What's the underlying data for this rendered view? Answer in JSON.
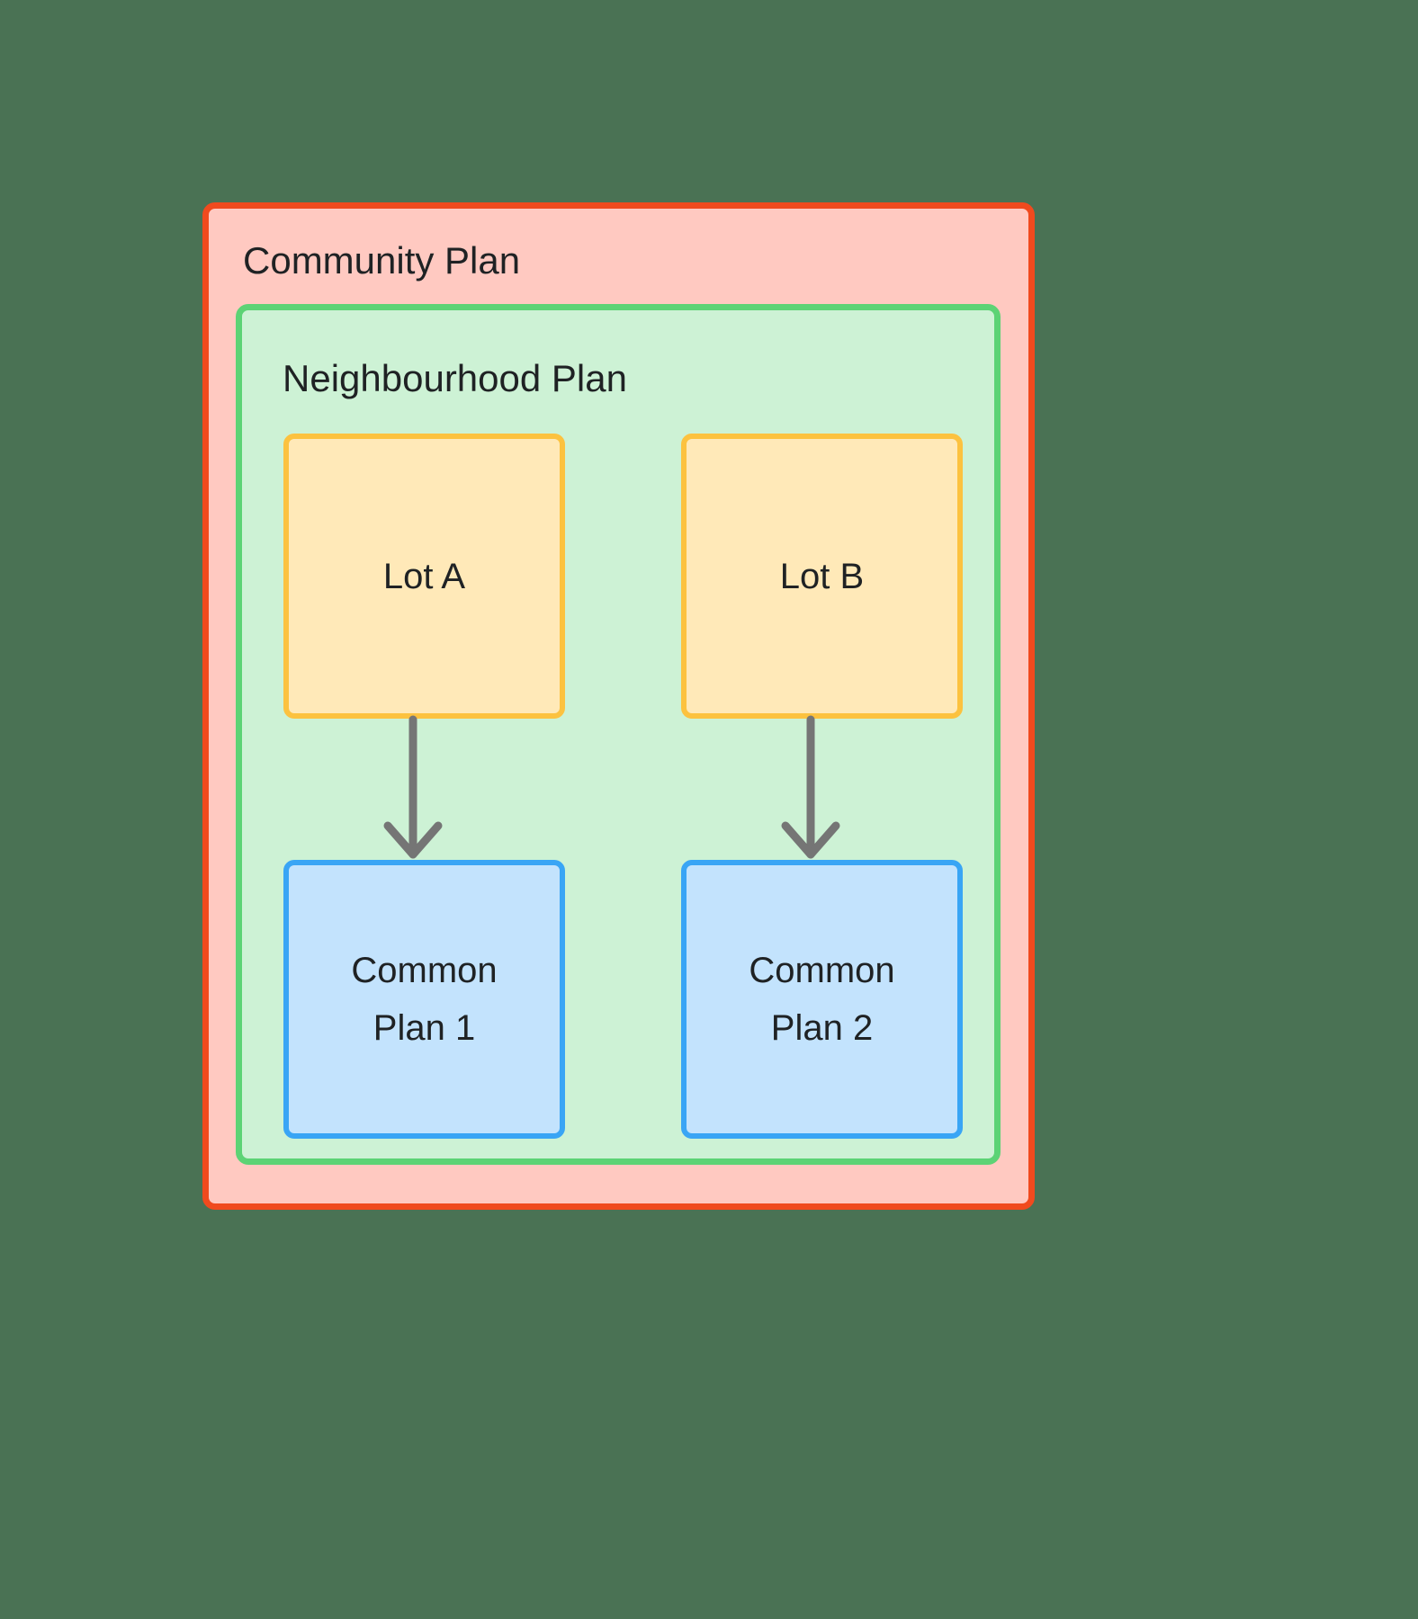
{
  "diagram": {
    "background_color": "#4a7254",
    "outer": {
      "title": "Community Plan",
      "border_color": "#f04a1e",
      "fill_color": "#ffc9c1"
    },
    "inner": {
      "title": "Neighbourhood Plan",
      "border_color": "#5cd375",
      "fill_color": "#cdf2d5"
    },
    "nodes": [
      {
        "id": "lot-a",
        "label": "Lot A",
        "border_color": "#fcc23f",
        "fill_color": "#ffe9b8"
      },
      {
        "id": "lot-b",
        "label": "Lot B",
        "border_color": "#fcc23f",
        "fill_color": "#ffe9b8"
      },
      {
        "id": "common-plan-1",
        "label": "Common Plan 1",
        "border_color": "#39a5f5",
        "fill_color": "#c3e3fd"
      },
      {
        "id": "common-plan-2",
        "label": "Common Plan 2",
        "border_color": "#39a5f5",
        "fill_color": "#c3e3fd"
      }
    ],
    "edges": [
      {
        "from": "lot-a",
        "to": "common-plan-1",
        "color": "#757575"
      },
      {
        "from": "lot-b",
        "to": "common-plan-2",
        "color": "#757575"
      }
    ]
  }
}
